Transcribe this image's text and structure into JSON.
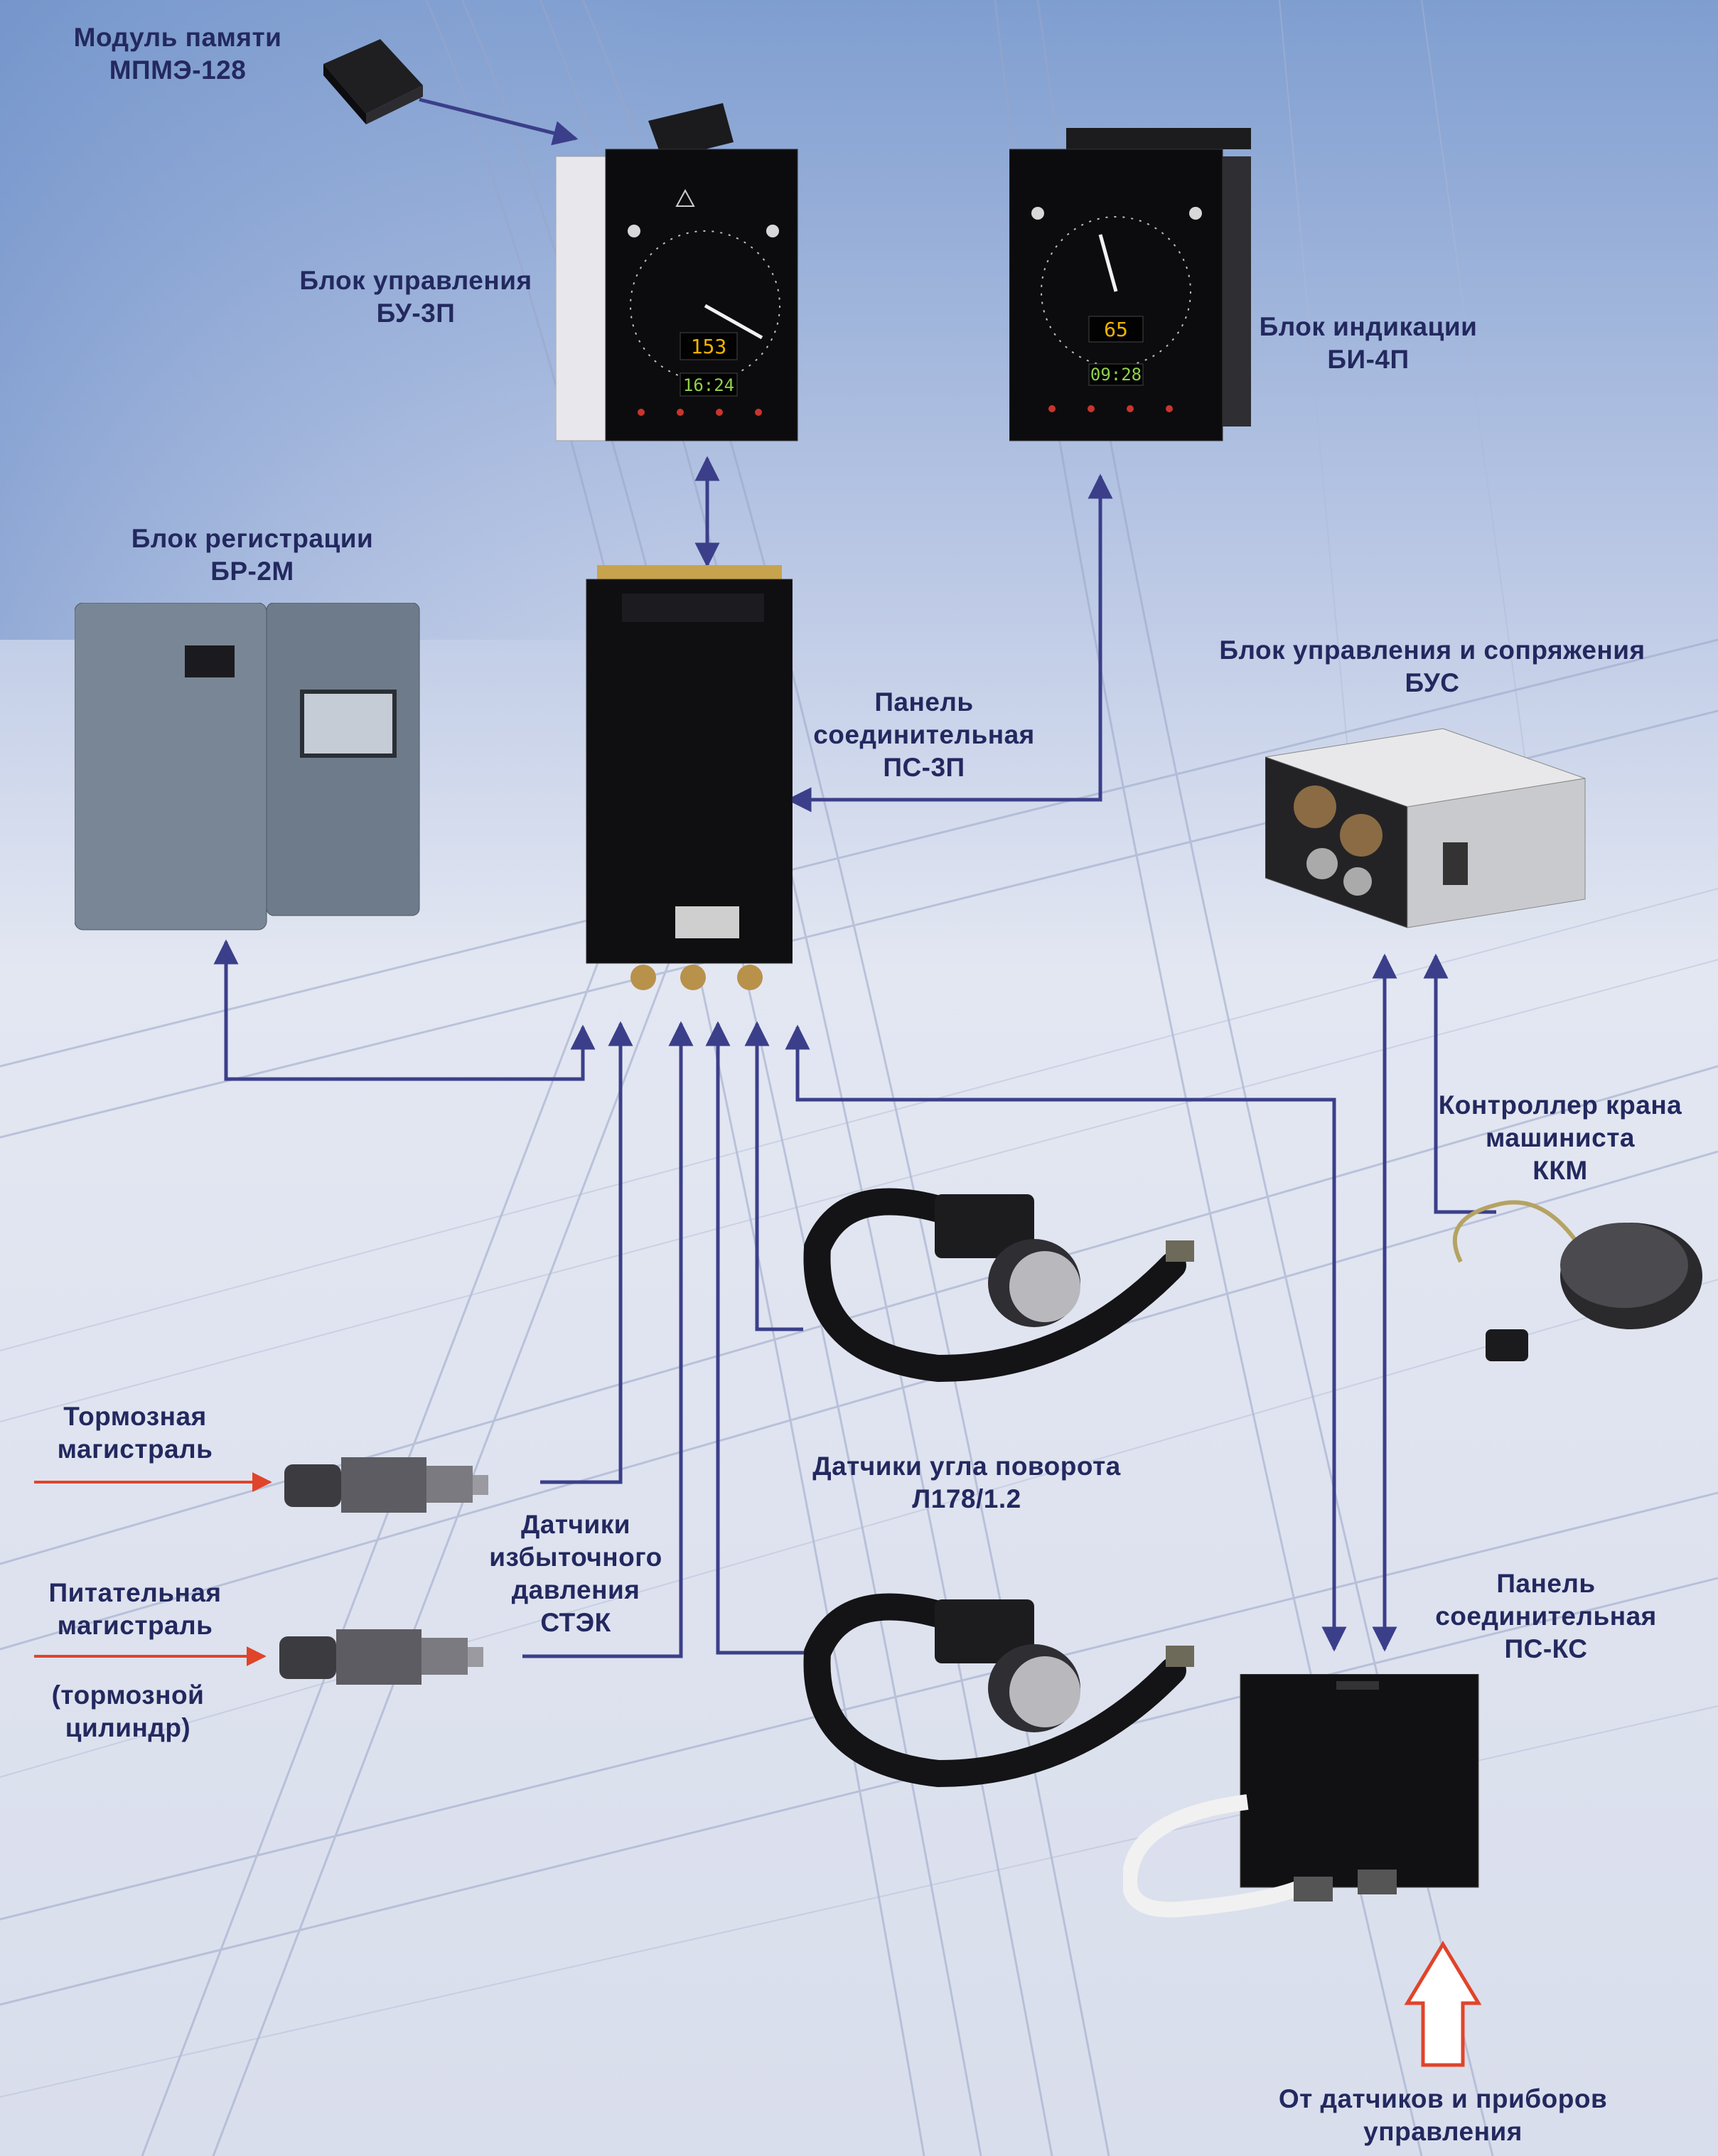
{
  "colors": {
    "label": "#23295f",
    "connector": "#3b3f8a",
    "input_arrow": "#e0442a",
    "sky": "#7f9ed0",
    "ground": "#dfe4f0"
  },
  "labels": {
    "memory_module": [
      "Модуль памяти",
      "МПМЭ-128"
    ],
    "control_unit": [
      "Блок управления",
      "БУ-3П"
    ],
    "indication_unit": [
      "Блок индикации",
      "БИ-4П"
    ],
    "registration_unit": [
      "Блок регистрации",
      "БР-2М"
    ],
    "connection_panel_ps3p": [
      "Панель",
      "соединительная",
      "ПС-3П"
    ],
    "interface_unit": [
      "Блок управления и сопряжения",
      "БУС"
    ],
    "driver_crane_controller": [
      "Контроллер крана",
      "машиниста",
      "ККМ"
    ],
    "brake_line": [
      "Тормозная",
      "магистраль"
    ],
    "supply_line": [
      "Питательная",
      "магистраль"
    ],
    "brake_cylinder": [
      "(тормозной",
      "цилиндр)"
    ],
    "pressure_sensors": [
      "Датчики",
      "избыточного",
      "давления",
      "СТЭК"
    ],
    "angle_sensors": [
      "Датчики угла поворота",
      "Л178/1.2"
    ],
    "connection_panel_pskc": [
      "Панель",
      "соединительная",
      "ПС-КС"
    ],
    "from_sensors": [
      "От датчиков и приборов",
      "управления"
    ]
  },
  "displays": {
    "bu3p_speed": "153",
    "bu3p_time": "16:24",
    "bi4p_speed": "65",
    "bi4p_time": "09:28"
  },
  "icons": {
    "memory_module": "memory-cartridge-icon",
    "speedometer": "speedometer-dial-icon",
    "sensor": "rotation-sensor-icon",
    "pressure_sensor": "pressure-sensor-icon"
  }
}
